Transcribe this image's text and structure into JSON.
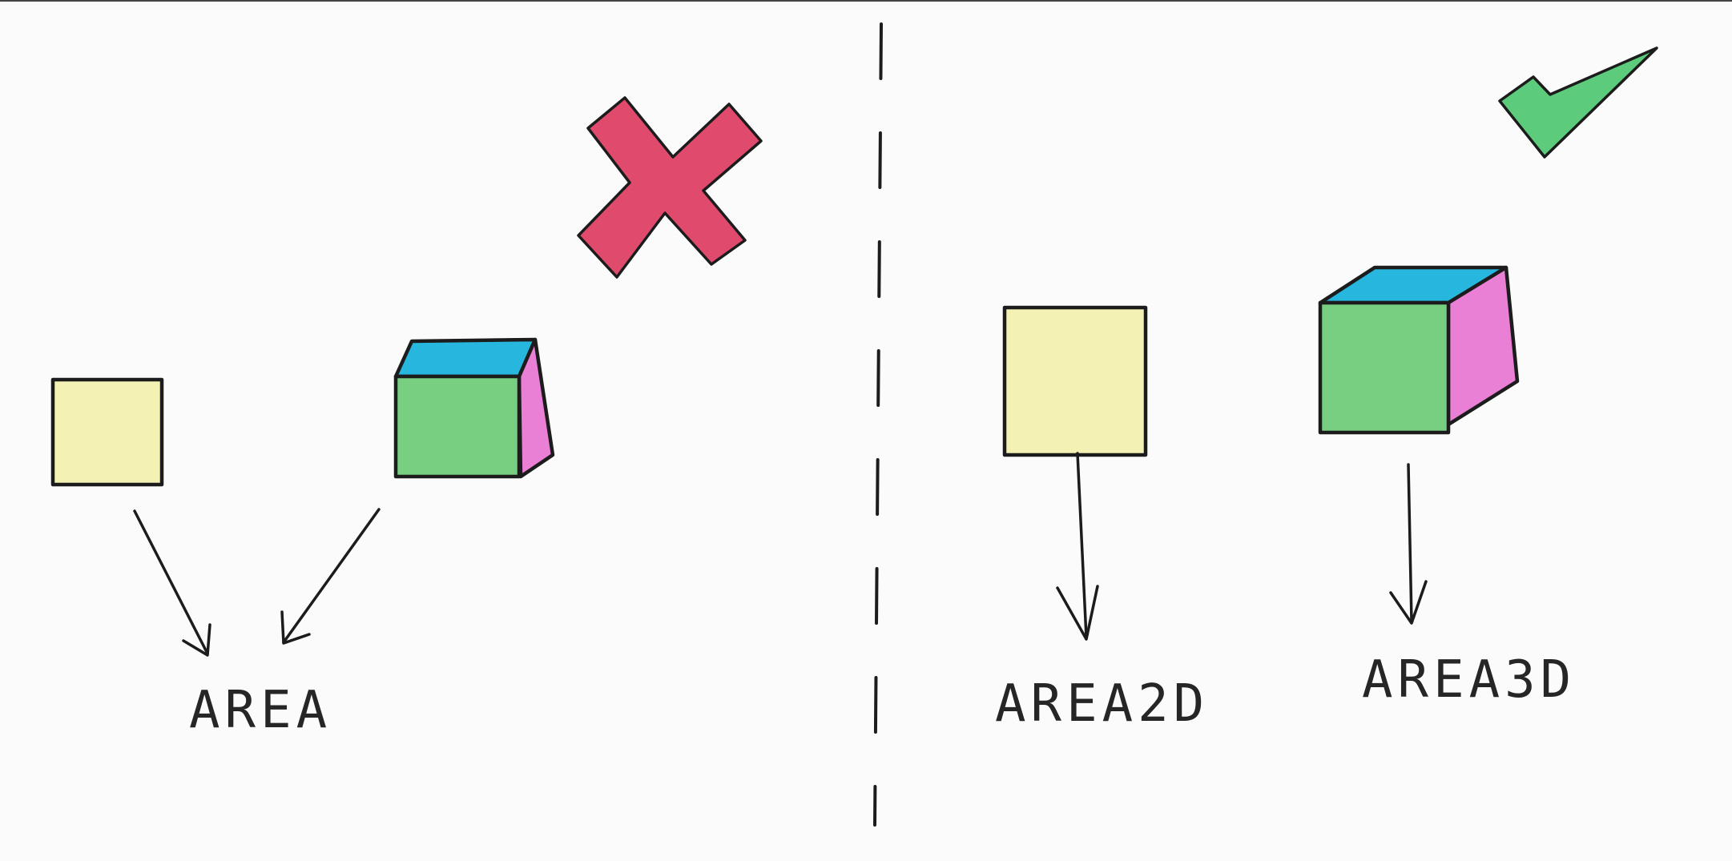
{
  "labels": {
    "merged": "AREA",
    "area2d": "AREA2D",
    "area3d": "AREA3D"
  },
  "colors": {
    "paper": "#fbfbfb",
    "ink": "#1c1c1c",
    "square_fill": "#f3f2b4",
    "cube_front": "#78cf82",
    "cube_top": "#27b7de",
    "cube_side": "#ea7fd6",
    "cross": "#df4a6d",
    "check": "#5ccc7c"
  },
  "icons": {
    "wrong": "cross-mark-icon",
    "right": "check-mark-icon"
  }
}
